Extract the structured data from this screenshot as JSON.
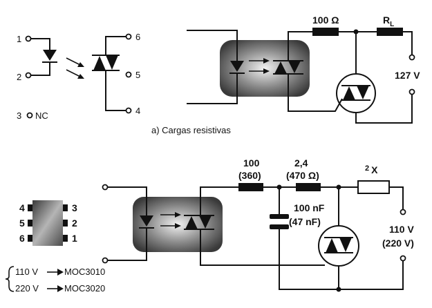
{
  "pinout": {
    "pin1": "1",
    "pin2": "2",
    "pin3": "3",
    "nc": "NC",
    "pin4": "4",
    "pin5": "5",
    "pin6": "6"
  },
  "circuit_a": {
    "resistor_value": "100 Ω",
    "load_label": "R",
    "load_subscript": "L",
    "voltage": "127 V",
    "caption": "a) Cargas resistivas"
  },
  "circuit_b": {
    "r1_value": "100",
    "r1_alt_value": "(360)",
    "r2_value": "2,4",
    "r2_alt_value": "(470 Ω)",
    "load_label": "2",
    "load_suffix": "X",
    "cap_value": "100 nF",
    "cap_alt_value": "(47 nF)",
    "voltage": "110 V",
    "voltage_alt": "(220 V)"
  },
  "package": {
    "pins_left": [
      "4",
      "5",
      "6"
    ],
    "pins_right": [
      "3",
      "2",
      "1"
    ]
  },
  "legend": {
    "row1_voltage": "110 V",
    "row1_part": "MOC3010",
    "row2_voltage": "220 V",
    "row2_part": "MOC3020"
  }
}
